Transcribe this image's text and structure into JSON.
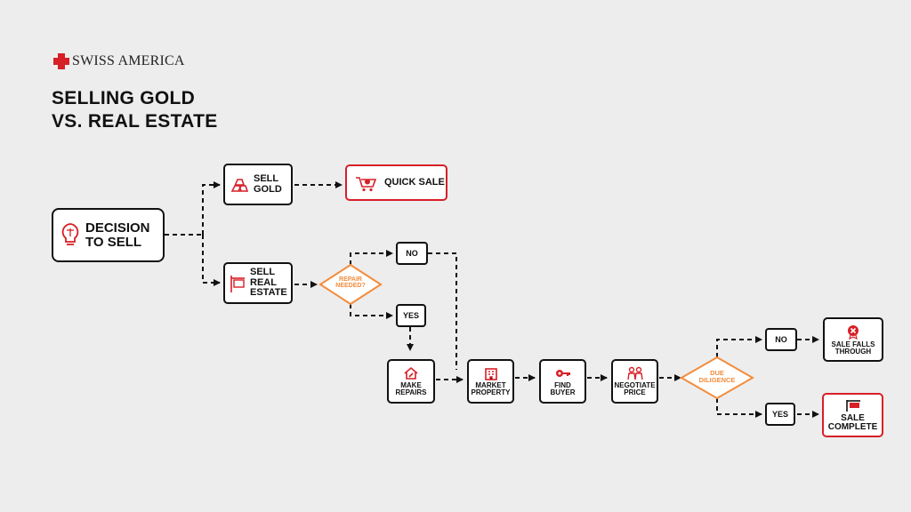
{
  "brand": {
    "name": "SWISS AMERICA"
  },
  "title": {
    "line1": "SELLING GOLD",
    "line2": "VS. REAL ESTATE"
  },
  "nodes": {
    "decision": "DECISION TO SELL",
    "sell_gold": "SELL GOLD",
    "quick_sale": "QUICK SALE",
    "sell_real_estate": "SELL REAL ESTATE",
    "repair_needed": "REPAIR NEEDED?",
    "no_1": "NO",
    "yes_1": "YES",
    "make_repairs": "MAKE REPAIRS",
    "market_property": "MARKET PROPERTY",
    "find_buyer": "FIND BUYER",
    "negotiate_price": "NEGOTIATE PRICE",
    "due_diligence": "DUE DILIGENCE",
    "no_2": "NO",
    "yes_2": "YES",
    "sale_falls_through": "SALE FALLS THROUGH",
    "sale_complete": "SALE COMPLETE"
  },
  "colors": {
    "accent_red": "#d71f27",
    "decision_orange": "#f28c3c",
    "outline": "#111111"
  },
  "icons": {
    "decision": "lightbulb-scale-icon",
    "sell_gold": "gold-bars-icon",
    "quick_sale": "shopping-cart-icon",
    "sell_real_estate": "for-sale-sign-icon",
    "make_repairs": "house-tools-icon",
    "market_property": "building-icon",
    "find_buyer": "key-icon",
    "negotiate_price": "handshake-people-icon",
    "sale_falls_through": "cancel-badge-icon",
    "sale_complete": "sold-sign-icon"
  }
}
